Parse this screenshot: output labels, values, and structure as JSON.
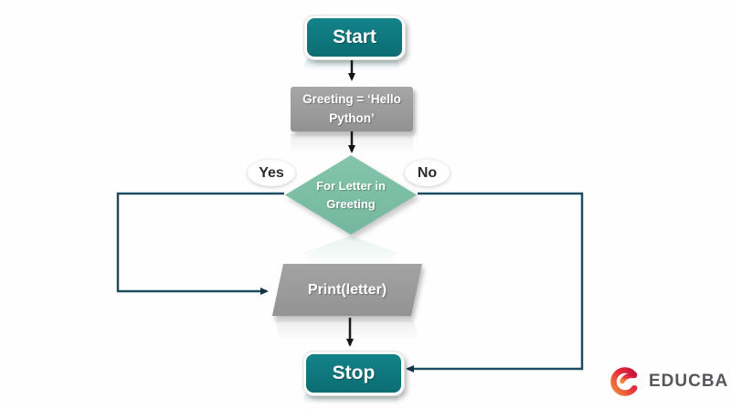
{
  "flowchart": {
    "start_label": "Start",
    "assign_label": "Greeting = ‘Hello Python’",
    "decision_label": "For Letter in Greeting",
    "yes_label": "Yes",
    "no_label": "No",
    "print_label": "Print(letter)",
    "stop_label": "Stop",
    "colors": {
      "terminal_fill": "#0e767b",
      "process_fill": "#9b9b9b",
      "decision_fill": "#7ec0a8",
      "loop_line": "#1e4c60",
      "arrow_line": "#1c1c1c"
    }
  },
  "branding": {
    "name": "EDUCBA",
    "text_color": "#55575c",
    "logo_gradient": [
      "#f28a3c",
      "#e9303c",
      "#c8173f"
    ]
  }
}
